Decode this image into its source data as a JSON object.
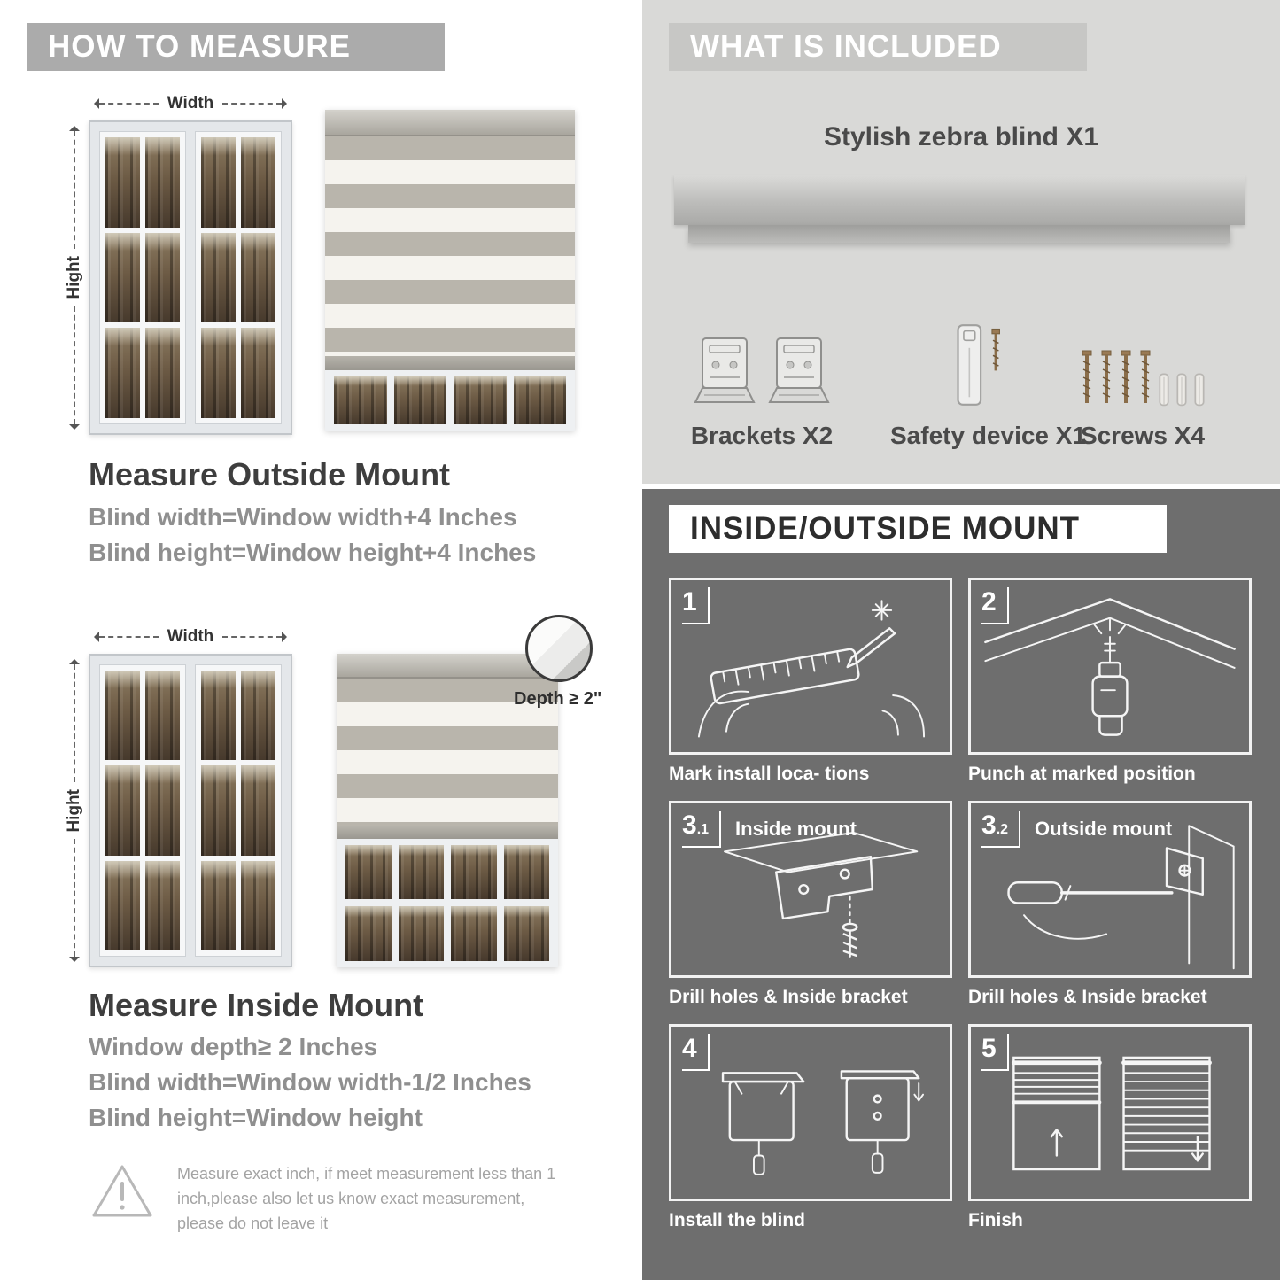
{
  "colors": {
    "banner_gray": "#ababab",
    "included_banner": "#c7c7c5",
    "light_section": "#d9d9d7",
    "dark_section": "#6e6e6e",
    "heading": "#3e3e3e",
    "subtext": "#8f8f8f",
    "item_label": "#4a4a4a",
    "stripe_gray": "#b9b5ac",
    "stripe_light": "#f5f3ee"
  },
  "left": {
    "header": "HOW TO MEASURE",
    "outside": {
      "width_label": "Width",
      "height_label": "Hight",
      "title": "Measure Outside Mount",
      "line1": "Blind width=Window width+4 Inches",
      "line2": "Blind height=Window height+4 Inches"
    },
    "inside": {
      "width_label": "Width",
      "height_label": "Hight",
      "depth_callout": "Depth ≥ 2\"",
      "title": "Measure Inside Mount",
      "line1": "Window depth≥ 2 Inches",
      "line2": "Blind width=Window width-1/2 Inches",
      "line3": "Blind height=Window height"
    },
    "note": "Measure exact inch, if meet measurement less than 1 inch,please also let us know exact measurement, please do not leave it"
  },
  "included": {
    "header": "WHAT IS INCLUDED",
    "blind_label": "Stylish zebra blind X1",
    "brackets_label": "Brackets X2",
    "safety_label": "Safety device X1",
    "screws_label": "Screws X4"
  },
  "mount": {
    "header": "INSIDE/OUTSIDE MOUNT",
    "steps": [
      {
        "num": "1",
        "sub": "",
        "label": "",
        "caption": "Mark install loca- tions"
      },
      {
        "num": "2",
        "sub": "",
        "label": "",
        "caption": "Punch at  marked position"
      },
      {
        "num": "3",
        "sub": ".1",
        "label": "Inside mount",
        "caption": "Drill holes &  Inside bracket"
      },
      {
        "num": "3",
        "sub": ".2",
        "label": "Outside mount",
        "caption": "Drill holes &  Inside bracket"
      },
      {
        "num": "4",
        "sub": "",
        "label": "",
        "caption": "Install the blind"
      },
      {
        "num": "5",
        "sub": "",
        "label": "",
        "caption": "Finish"
      }
    ]
  }
}
